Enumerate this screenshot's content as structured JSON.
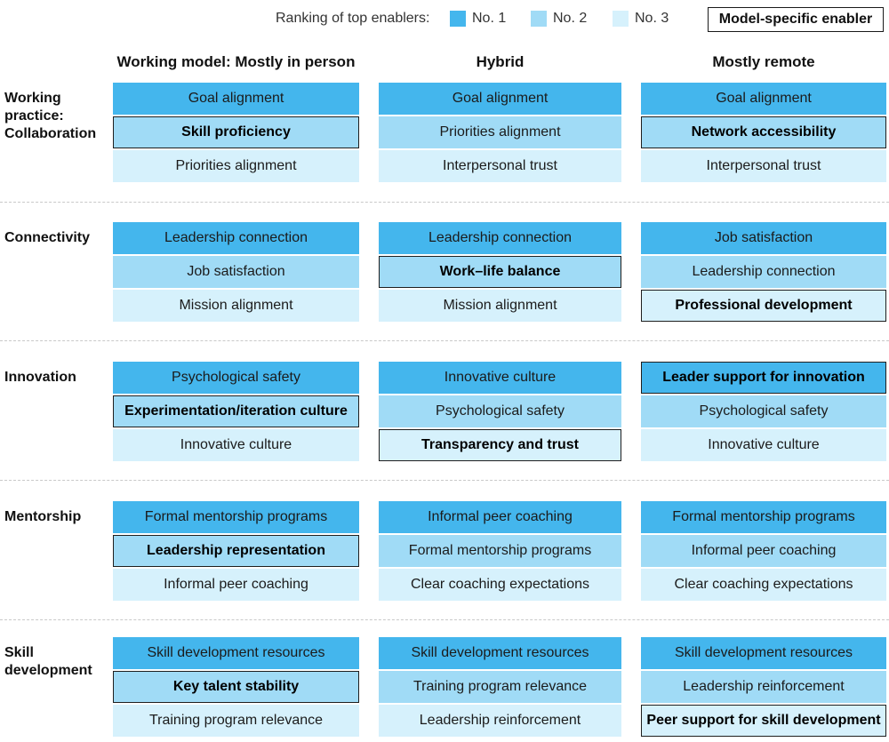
{
  "legend": {
    "title": "Ranking of top enablers:",
    "items": [
      {
        "label": "No. 1",
        "color": "#44b6ed"
      },
      {
        "label": "No. 2",
        "color": "#a0dbf6"
      },
      {
        "label": "No. 3",
        "color": "#d6f1fc"
      }
    ],
    "special_label": "Model-specific enabler"
  },
  "chart_data": {
    "type": "table",
    "columns": [
      "Working model: Mostly in person",
      "Hybrid",
      "Mostly remote"
    ],
    "rows": [
      {
        "label": "Working practice: Collaboration",
        "cells": [
          [
            {
              "text": "Goal alignment",
              "specific": false
            },
            {
              "text": "Skill proficiency",
              "specific": true
            },
            {
              "text": "Priorities alignment",
              "specific": false
            }
          ],
          [
            {
              "text": "Goal alignment",
              "specific": false
            },
            {
              "text": "Priorities alignment",
              "specific": false
            },
            {
              "text": "Interpersonal trust",
              "specific": false
            }
          ],
          [
            {
              "text": "Goal alignment",
              "specific": false
            },
            {
              "text": "Network accessibility",
              "specific": true
            },
            {
              "text": "Interpersonal trust",
              "specific": false
            }
          ]
        ]
      },
      {
        "label": "Connectivity",
        "cells": [
          [
            {
              "text": "Leadership connection",
              "specific": false
            },
            {
              "text": "Job satisfaction",
              "specific": false
            },
            {
              "text": "Mission alignment",
              "specific": false
            }
          ],
          [
            {
              "text": "Leadership connection",
              "specific": false
            },
            {
              "text": "Work–life balance",
              "specific": true
            },
            {
              "text": "Mission alignment",
              "specific": false
            }
          ],
          [
            {
              "text": "Job satisfaction",
              "specific": false
            },
            {
              "text": "Leadership connection",
              "specific": false
            },
            {
              "text": "Professional development",
              "specific": true
            }
          ]
        ]
      },
      {
        "label": "Innovation",
        "cells": [
          [
            {
              "text": "Psychological safety",
              "specific": false
            },
            {
              "text": "Experimentation/iteration culture",
              "specific": true
            },
            {
              "text": "Innovative culture",
              "specific": false
            }
          ],
          [
            {
              "text": "Innovative culture",
              "specific": false
            },
            {
              "text": "Psychological safety",
              "specific": false
            },
            {
              "text": "Transparency and trust",
              "specific": true
            }
          ],
          [
            {
              "text": "Leader support for innovation",
              "specific": true
            },
            {
              "text": "Psychological safety",
              "specific": false
            },
            {
              "text": "Innovative culture",
              "specific": false
            }
          ]
        ]
      },
      {
        "label": "Mentorship",
        "cells": [
          [
            {
              "text": "Formal mentorship programs",
              "specific": false
            },
            {
              "text": "Leadership representation",
              "specific": true
            },
            {
              "text": "Informal peer coaching",
              "specific": false
            }
          ],
          [
            {
              "text": "Informal peer coaching",
              "specific": false
            },
            {
              "text": "Formal mentorship programs",
              "specific": false
            },
            {
              "text": "Clear coaching expectations",
              "specific": false
            }
          ],
          [
            {
              "text": "Formal mentorship programs",
              "specific": false
            },
            {
              "text": "Informal peer coaching",
              "specific": false
            },
            {
              "text": "Clear coaching expectations",
              "specific": false
            }
          ]
        ]
      },
      {
        "label": "Skill development",
        "cells": [
          [
            {
              "text": "Skill development resources",
              "specific": false
            },
            {
              "text": "Key talent stability",
              "specific": true
            },
            {
              "text": "Training program relevance",
              "specific": false
            }
          ],
          [
            {
              "text": "Skill development resources",
              "specific": false
            },
            {
              "text": "Training program relevance",
              "specific": false
            },
            {
              "text": "Leadership reinforcement",
              "specific": false
            }
          ],
          [
            {
              "text": "Skill development resources",
              "specific": false
            },
            {
              "text": "Leadership reinforcement",
              "specific": false
            },
            {
              "text": "Peer support for skill development",
              "specific": true
            }
          ]
        ]
      }
    ]
  }
}
